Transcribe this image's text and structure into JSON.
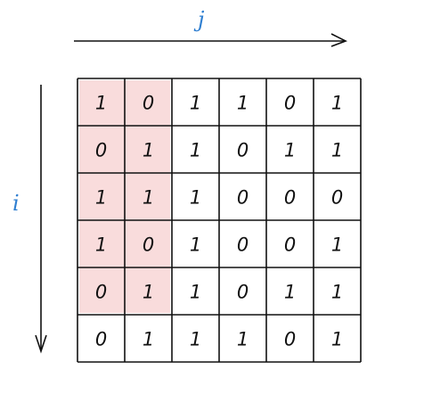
{
  "axes": {
    "col_label": "j",
    "row_label": "i"
  },
  "colors": {
    "highlight": "#f9dcdc",
    "axis_label": "#2f7fd1",
    "line": "#111111"
  },
  "highlight": {
    "columns": [
      0,
      1
    ],
    "rows": [
      0,
      1,
      2,
      3,
      4
    ]
  },
  "grid": {
    "rows": [
      [
        "1",
        "0",
        "1",
        "1",
        "0",
        "1"
      ],
      [
        "0",
        "1",
        "1",
        "0",
        "1",
        "1"
      ],
      [
        "1",
        "1",
        "1",
        "0",
        "0",
        "0"
      ],
      [
        "1",
        "0",
        "1",
        "0",
        "0",
        "1"
      ],
      [
        "0",
        "1",
        "1",
        "0",
        "1",
        "1"
      ],
      [
        "0",
        "1",
        "1",
        "1",
        "0",
        "1"
      ]
    ]
  }
}
